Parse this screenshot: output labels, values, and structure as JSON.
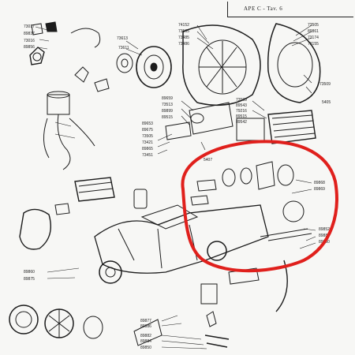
{
  "sheet_title": "APE C - Tav. 6",
  "labels": {
    "l73017": "73017",
    "l89837": "89837",
    "l73016": "73016",
    "l89856": "89856",
    "l73613": "73613",
    "l73611": "73611",
    "l74152": "74152",
    "l73505a": "73505",
    "l73485": "73485",
    "l73486": "73486",
    "l73505b": "73505",
    "l89861": "89861",
    "l73174": "73174",
    "l73155": "73155",
    "l73509a": "73509",
    "l5405": "5405",
    "l89659": "89659",
    "l73513": "73513",
    "l89899": "89899",
    "l89515a": "89515",
    "l89653": "89653",
    "l89675": "89675",
    "l73505c": "73505",
    "l73421": "73421",
    "l89865": "89865",
    "l73451": "73451",
    "l73509b": "73509",
    "l89543": "89543",
    "l79216": "79216",
    "l89515b": "89515",
    "l89542": "89542",
    "l5407": "5407",
    "l89868": "89868",
    "l89869": "89869",
    "l89852": "89852",
    "l89883": "89883",
    "l89860b": "89860",
    "l89860": "89860",
    "l89875": "89875",
    "l89877": "89877",
    "l89886": "89886",
    "l89882": "89882",
    "l89884": "89884",
    "l89850": "89850"
  },
  "colors": {
    "ink": "#1c1c1c",
    "paper": "#f7f7f5",
    "highlight": "#e0201c"
  }
}
